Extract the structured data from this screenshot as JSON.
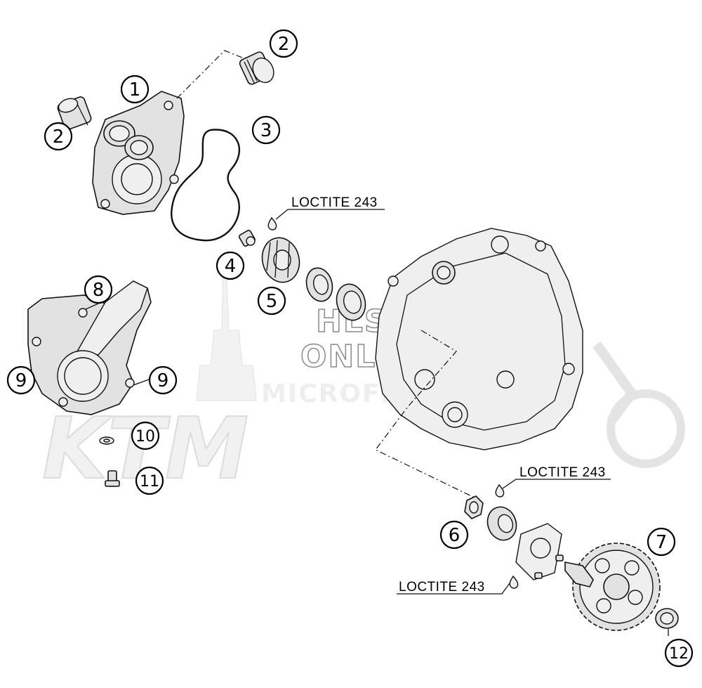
{
  "callouts": [
    {
      "label": "1"
    },
    {
      "label": "2"
    },
    {
      "label": "2"
    },
    {
      "label": "3"
    },
    {
      "label": "4"
    },
    {
      "label": "5"
    },
    {
      "label": "6"
    },
    {
      "label": "7"
    },
    {
      "label": "8"
    },
    {
      "label": "9"
    },
    {
      "label": "9"
    },
    {
      "label": "10"
    },
    {
      "label": "11"
    },
    {
      "label": "12"
    }
  ],
  "loctite_labels": [
    {
      "text": "LOCTITE 243"
    },
    {
      "text": "LOCTITE 243"
    },
    {
      "text": "LOCTITE 243"
    }
  ],
  "watermark": {
    "line1": "HLSM",
    "line2": "ONLINE",
    "line3": "MICROFICHE",
    "logo_text": "KTM"
  }
}
